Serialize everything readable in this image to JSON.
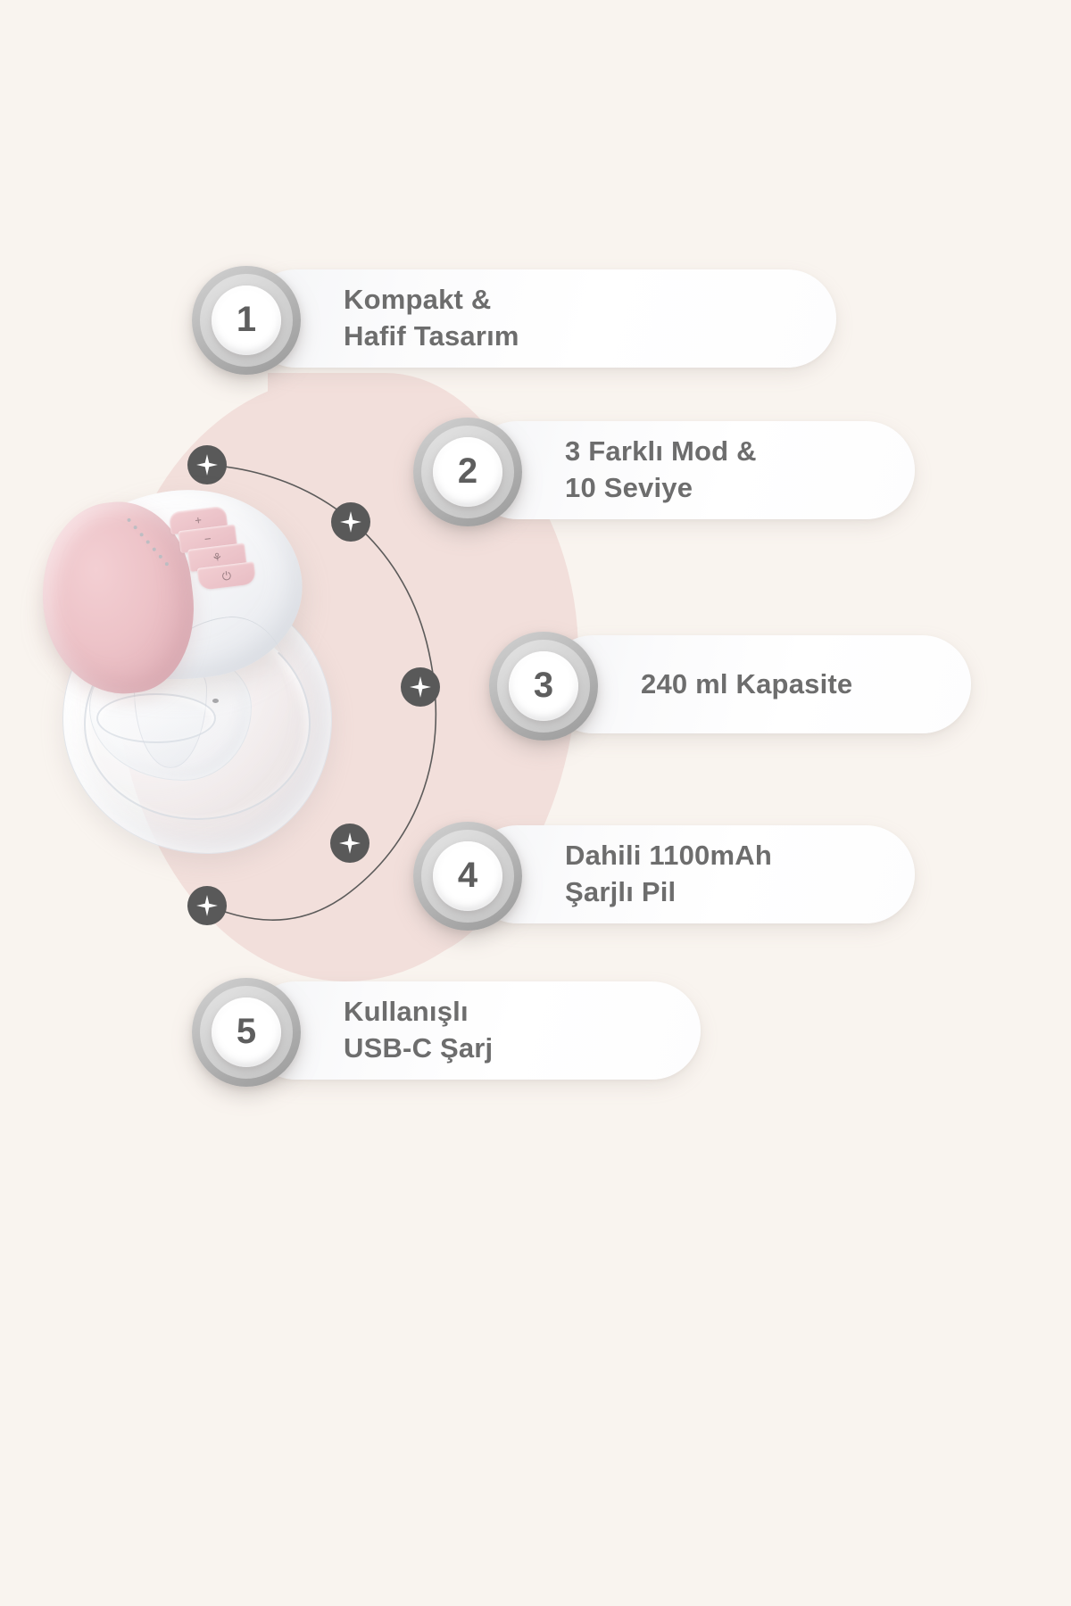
{
  "page": {
    "background_color": "#f9f4ef",
    "blob_color": "#f2dfdb",
    "text_color": "#6d6d6d",
    "badge_ring_color": "#a9a9a9",
    "accent_pink": "#edc3c8",
    "node_color": "#595959"
  },
  "product": {
    "name": "wearable-breast-pump",
    "flange_color": "#edc3c8",
    "body_color": "#ffffff",
    "cup_color": "#eef0f3",
    "buttons": [
      {
        "name": "increase-button",
        "glyph": "+"
      },
      {
        "name": "decrease-button",
        "glyph": "−"
      },
      {
        "name": "mode-button",
        "glyph": "⚘"
      },
      {
        "name": "power-button",
        "glyph": "⏻"
      }
    ]
  },
  "sparkles": [
    {
      "name": "sparkle-node-1"
    },
    {
      "name": "sparkle-node-2"
    },
    {
      "name": "sparkle-node-3"
    },
    {
      "name": "sparkle-node-4"
    },
    {
      "name": "sparkle-node-5"
    }
  ],
  "features": [
    {
      "number": "1",
      "lines": [
        "Kompakt &",
        "Hafif Tasarım"
      ],
      "line1": "Kompakt &",
      "line2": "Hafif Tasarım"
    },
    {
      "number": "2",
      "lines": [
        "3 Farklı Mod &",
        "10 Seviye"
      ],
      "line1": "3 Farklı Mod &",
      "line2": "10 Seviye"
    },
    {
      "number": "3",
      "lines": [
        "240 ml Kapasite"
      ],
      "line1": "240 ml Kapasite",
      "line2": ""
    },
    {
      "number": "4",
      "lines": [
        "Dahili 1100mAh",
        "Şarjlı Pil"
      ],
      "line1": "Dahili 1100mAh",
      "line2": "Şarjlı Pil"
    },
    {
      "number": "5",
      "lines": [
        "Kullanışlı",
        "USB-C Şarj"
      ],
      "line1": "Kullanışlı",
      "line2": "USB-C Şarj"
    }
  ]
}
